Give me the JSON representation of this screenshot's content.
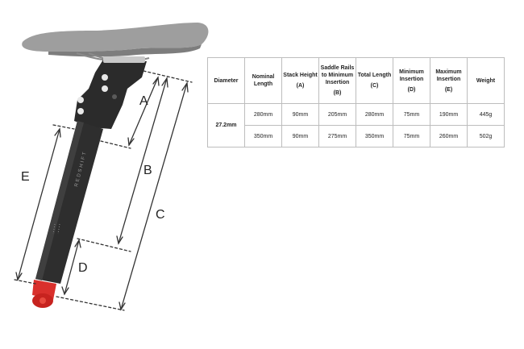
{
  "table": {
    "headers": [
      {
        "label": "Diameter",
        "sub": ""
      },
      {
        "label": "Nominal Length",
        "sub": ""
      },
      {
        "label": "Stack Height",
        "sub": "(A)"
      },
      {
        "label": "Saddle Rails to Minimum Insertion",
        "sub": "(B)"
      },
      {
        "label": "Total Length",
        "sub": "(C)"
      },
      {
        "label": "Minimum Insertion",
        "sub": "(D)"
      },
      {
        "label": "Maximum Insertion",
        "sub": "(E)"
      },
      {
        "label": "Weight",
        "sub": ""
      }
    ],
    "diameter": "27.2mm",
    "rows": [
      [
        "280mm",
        "90mm",
        "205mm",
        "280mm",
        "75mm",
        "190mm",
        "445g"
      ],
      [
        "350mm",
        "90mm",
        "275mm",
        "350mm",
        "75mm",
        "260mm",
        "502g"
      ]
    ]
  },
  "diagram": {
    "labels": {
      "a": "A",
      "b": "B",
      "c": "C",
      "d": "D",
      "e": "E"
    },
    "post_brand_text": "REDSHIFT",
    "colors": {
      "post": "#2b2b2b",
      "saddle": "#9e9e9e",
      "bolt": "#d9302c",
      "dimension_line": "#333333"
    }
  }
}
